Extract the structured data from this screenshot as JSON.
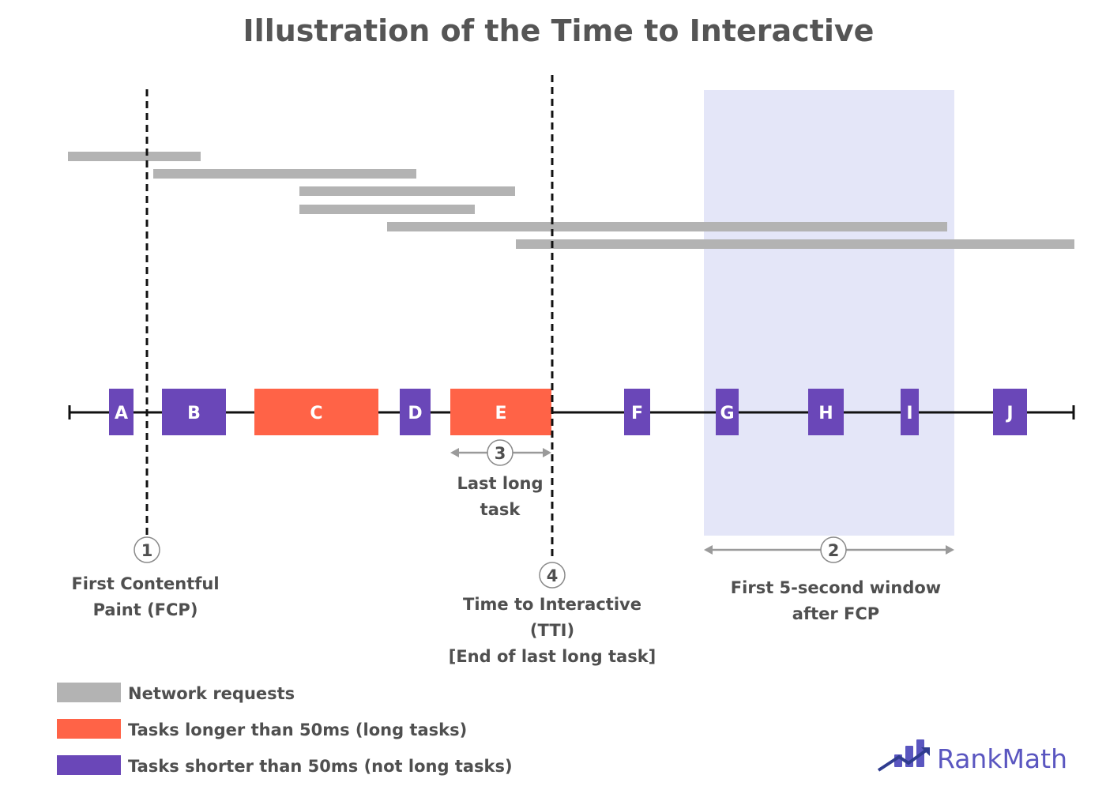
{
  "title": "Illustration of the Time to Interactive",
  "colors": {
    "network": "#b3b3b3",
    "long_task": "#ff6347",
    "short_task": "#6a47b8",
    "window": "#e4e6f8",
    "logo": "#5a56c0"
  },
  "tasks": [
    {
      "label": "A",
      "type": "short"
    },
    {
      "label": "B",
      "type": "short"
    },
    {
      "label": "C",
      "type": "long"
    },
    {
      "label": "D",
      "type": "short"
    },
    {
      "label": "E",
      "type": "long"
    },
    {
      "label": "F",
      "type": "short"
    },
    {
      "label": "G",
      "type": "short"
    },
    {
      "label": "H",
      "type": "short"
    },
    {
      "label": "I",
      "type": "short"
    },
    {
      "label": "J",
      "type": "short"
    }
  ],
  "markers": [
    {
      "number": "1",
      "label_lines": [
        "First Contentful",
        "Paint (FCP)"
      ]
    },
    {
      "number": "2",
      "label_lines": [
        "First 5-second window",
        "after FCP"
      ]
    },
    {
      "number": "3",
      "label_lines": [
        "Last long",
        "task"
      ]
    },
    {
      "number": "4",
      "label_lines": [
        "Time to Interactive",
        "(TTI)",
        "[End of last long task]"
      ]
    }
  ],
  "legend": [
    {
      "label": "Network requests",
      "type": "network"
    },
    {
      "label": "Tasks longer than 50ms (long tasks)",
      "type": "long"
    },
    {
      "label": "Tasks shorter than 50ms (not long tasks)",
      "type": "short"
    }
  ],
  "logo": {
    "text": "RankMath"
  }
}
